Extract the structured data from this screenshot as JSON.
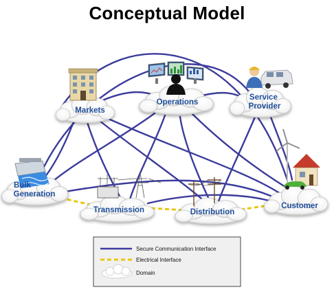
{
  "title": "Conceptual Model",
  "domains": {
    "markets": [
      "Markets"
    ],
    "operations": [
      "Operations"
    ],
    "service_provider": [
      "Service",
      "Provider"
    ],
    "bulk_generation": [
      "Bulk",
      "Generation"
    ],
    "transmission": [
      "Transmission"
    ],
    "distribution": [
      "Distribution"
    ],
    "customer": [
      "Customer"
    ]
  },
  "legend": {
    "communication": "Secure Communication Interface",
    "electrical": "Electrical Interface",
    "domain": "Domain"
  },
  "colors": {
    "communication_line": "#3b3b9c",
    "electrical_line": "#e8c60f",
    "domain_label": "#1f4e9a",
    "cloud_fill": "#ffffff",
    "cloud_edge": "#c8c8c8",
    "legend_fill": "#f0f0f0",
    "legend_border": "#444444"
  },
  "icons": {
    "markets": "office-building-icon",
    "operations": "control-room-monitors-icon",
    "service_provider": "service-van-worker-icon",
    "bulk_generation": "hydro-dam-icon",
    "transmission": "substation-tower-icon",
    "distribution": "utility-pole-icon",
    "customer": "house-wind-turbine-car-icon"
  }
}
